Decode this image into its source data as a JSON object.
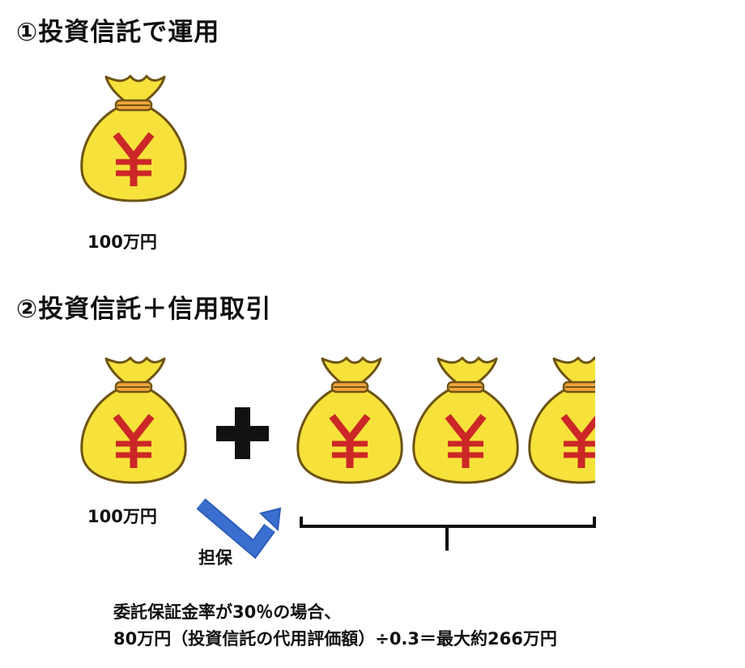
{
  "section1": {
    "heading": "①投資信託で運用",
    "amount_label": "100万円"
  },
  "section2": {
    "heading": "②投資信託＋信用取引",
    "amount_label": "100万円",
    "collateral_label": "担保"
  },
  "icons": {
    "money_bag": "money-bag-yen-icon",
    "plus": "plus-icon",
    "arrow": "collateral-arrow-icon",
    "bracket": "bracket-icon"
  },
  "colors": {
    "bag_fill": "#F7E23B",
    "bag_outline": "#6E5414",
    "bag_tie": "#F0A43B",
    "yen": "#CC2727",
    "arrow": "#3A6FD0",
    "plus": "#111111"
  },
  "note": {
    "line1": "委託保証金率が30％の場合、",
    "line2": "80万円（投資信託の代用評価額）÷0.3＝最大約266万円"
  }
}
